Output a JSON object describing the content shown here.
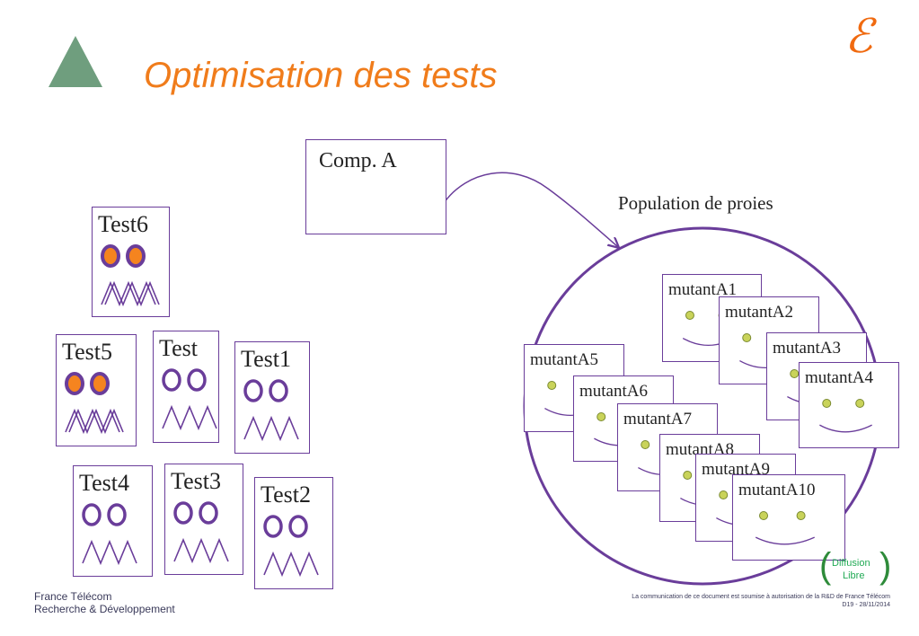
{
  "slide": {
    "title": "Optimisation des tests",
    "footer_left_line1": "France Télécom",
    "footer_left_line2": "Recherche & Développement",
    "footer_right_line1": "La communication de ce document est soumise à autorisation de la R&D de France Télécom",
    "footer_right_line2": "D19 - 28/11/2014",
    "badge_line1": "Diffusion",
    "badge_line2": "Libre"
  },
  "component": {
    "label": "Comp. A"
  },
  "population": {
    "label": "Population de proies"
  },
  "tests": [
    {
      "label": "Test6",
      "eyes": "filled"
    },
    {
      "label": "Test5",
      "eyes": "filled"
    },
    {
      "label": "Test",
      "eyes": "outline"
    },
    {
      "label": "Test1",
      "eyes": "outline"
    },
    {
      "label": "Test4",
      "eyes": "outline"
    },
    {
      "label": "Test3",
      "eyes": "outline"
    },
    {
      "label": "Test2",
      "eyes": "outline"
    }
  ],
  "mutants": [
    {
      "label": "mutantA1"
    },
    {
      "label": "mutantA2"
    },
    {
      "label": "mutantA3"
    },
    {
      "label": "mutantA4"
    },
    {
      "label": "mutantA5"
    },
    {
      "label": "mutantA6"
    },
    {
      "label": "mutantA7"
    },
    {
      "label": "mutantA8"
    },
    {
      "label": "mutantA9"
    },
    {
      "label": "mutantA10"
    }
  ],
  "colors": {
    "title": "#f07c1b",
    "purple": "#6a3d9a",
    "orange": "#f5841f",
    "triangle": "#6f9e7e",
    "mutant_eye": "#c9d35a"
  }
}
